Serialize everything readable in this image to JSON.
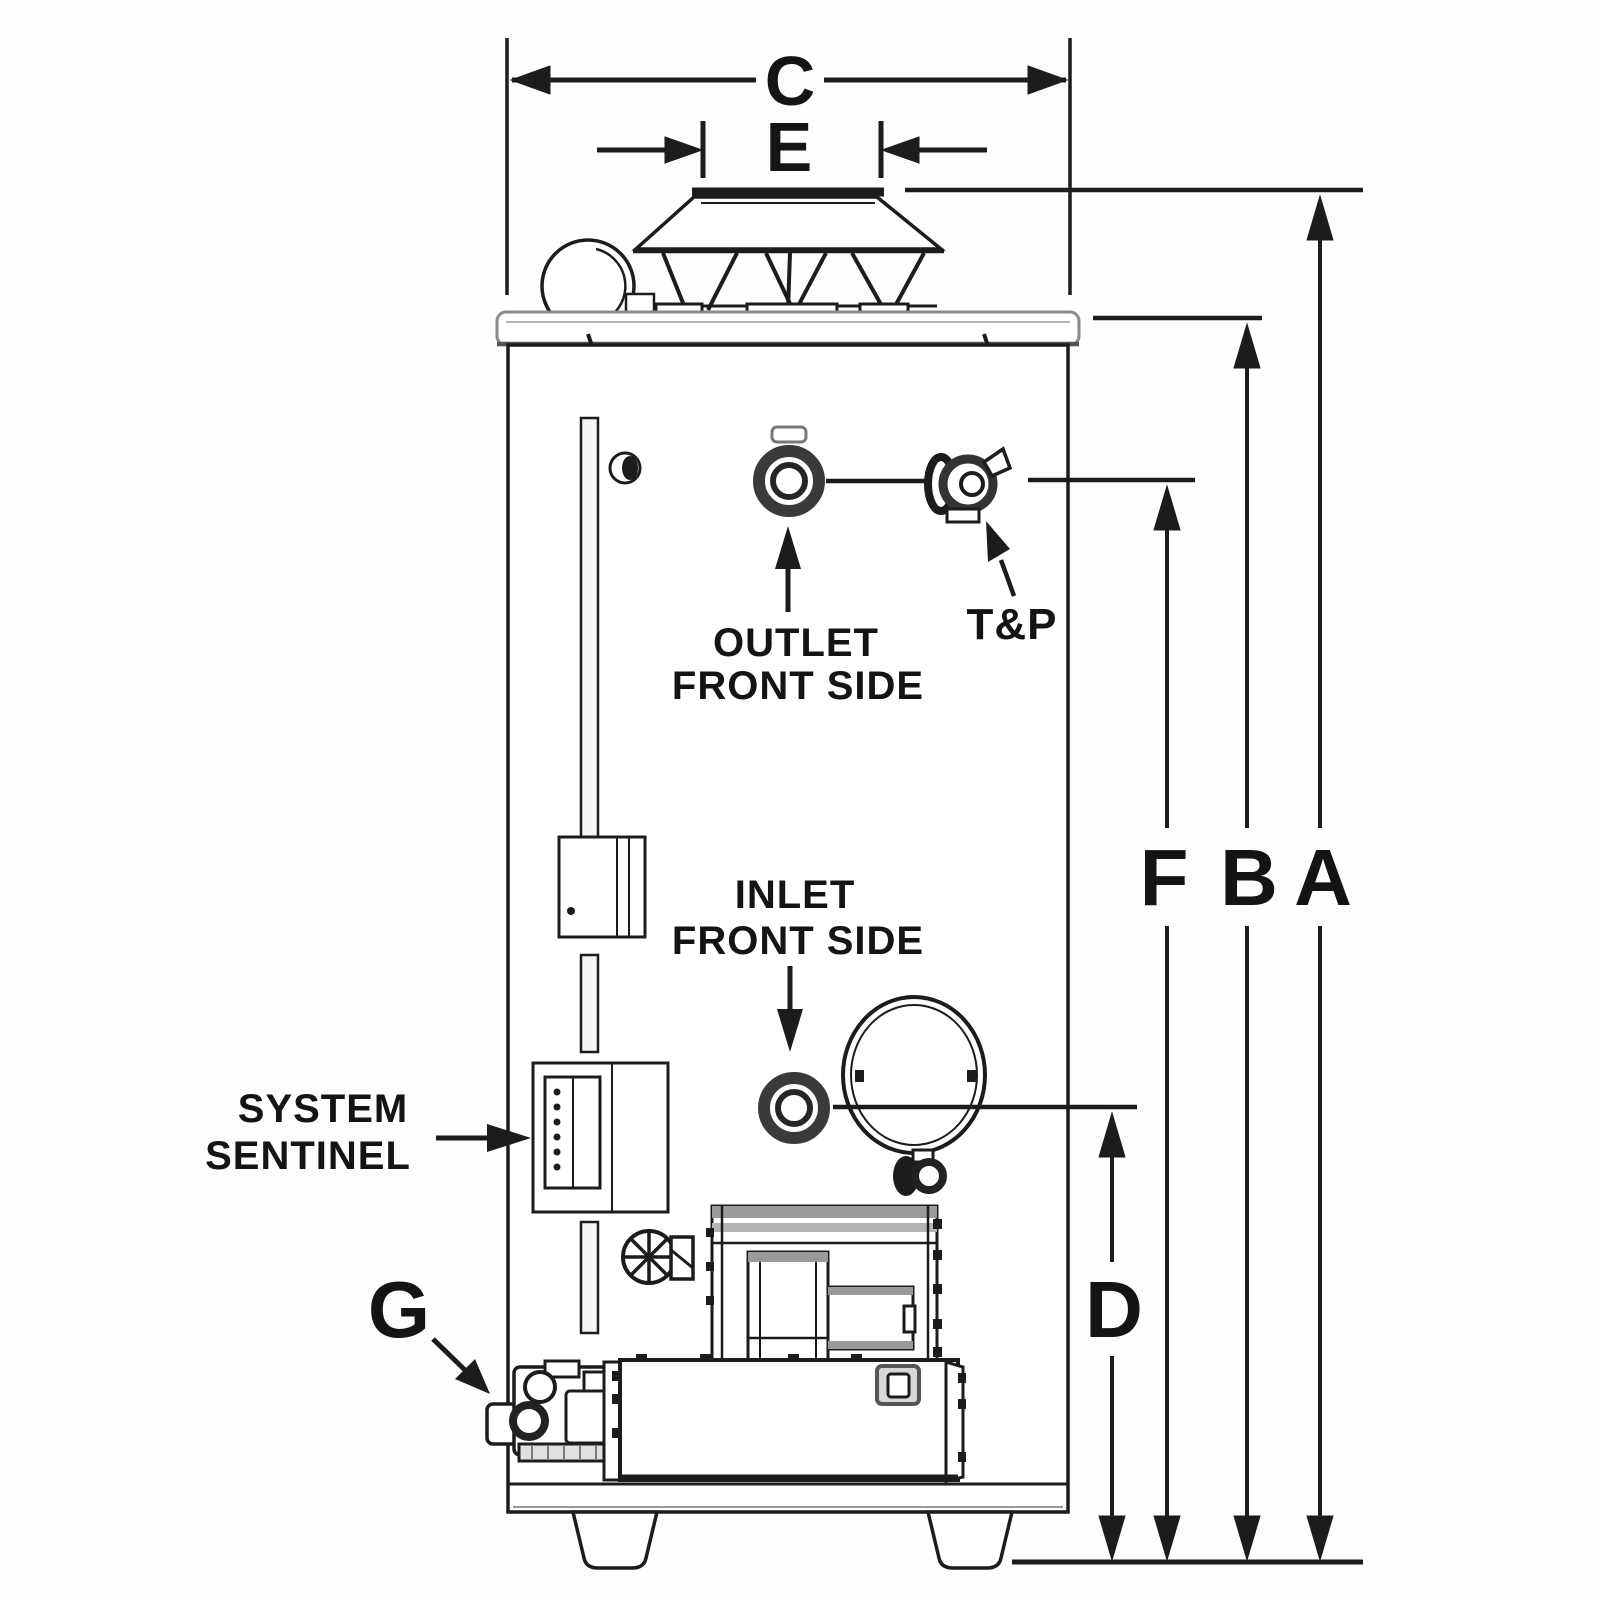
{
  "figure": {
    "description": "Gas water heater dimensional line diagram, front view",
    "dims": {
      "a": "A",
      "b": "B",
      "c": "C",
      "d": "D",
      "e": "E",
      "f": "F",
      "g": "G"
    },
    "callouts": {
      "tp": "T&P",
      "outlet_line1": "OUTLET",
      "outlet_line2": "FRONT SIDE",
      "inlet_line1": "INLET",
      "inlet_line2": "FRONT SIDE",
      "sentinel_line1": "SYSTEM",
      "sentinel_line2": "SENTINEL"
    },
    "colors": {
      "ink": "#1c1c1c",
      "gray": "#8a8a8a",
      "background": "#ffffff"
    }
  }
}
